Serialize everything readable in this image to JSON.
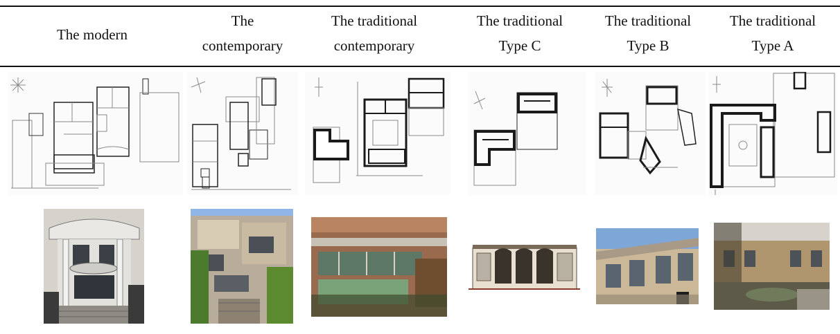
{
  "table": {
    "columns": [
      {
        "key": "modern",
        "header_line1": "The modern",
        "header_line2": ""
      },
      {
        "key": "contemporary",
        "header_line1": "The",
        "header_line2": "contemporary"
      },
      {
        "key": "traditional_contemporary",
        "header_line1": "The traditional",
        "header_line2": "contemporary"
      },
      {
        "key": "type_c",
        "header_line1": "The traditional",
        "header_line2": "Type C"
      },
      {
        "key": "type_b",
        "header_line1": "The traditional",
        "header_line2": "Type B"
      },
      {
        "key": "type_a",
        "header_line1": "The traditional",
        "header_line2": "Type A"
      }
    ]
  },
  "colors": {
    "rule": "#111111",
    "plan_wall": "#1a1a1a",
    "plan_line": "#9a9a9a"
  }
}
